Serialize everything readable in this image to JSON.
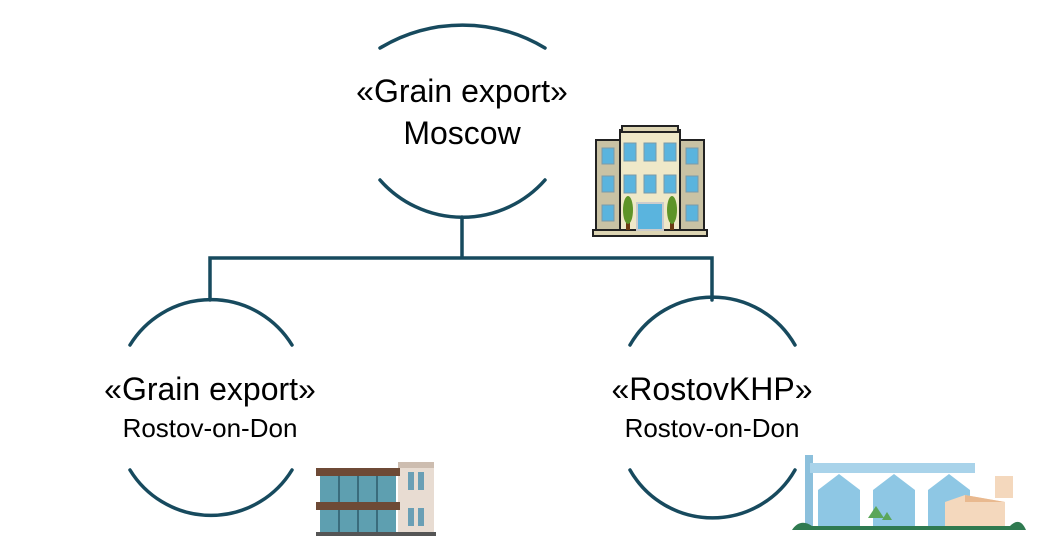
{
  "colors": {
    "line": "#174a5e"
  },
  "nodes": [
    {
      "name": "«Grain export»",
      "city": "Moscow",
      "icon": "office-building-icon"
    },
    {
      "name": "«Grain export»",
      "city": "Rostov-on-Don",
      "icon": "modern-building-icon"
    },
    {
      "name": "«RostovKHP»",
      "city": "Rostov-on-Don",
      "icon": "grain-elevator-icon"
    }
  ]
}
